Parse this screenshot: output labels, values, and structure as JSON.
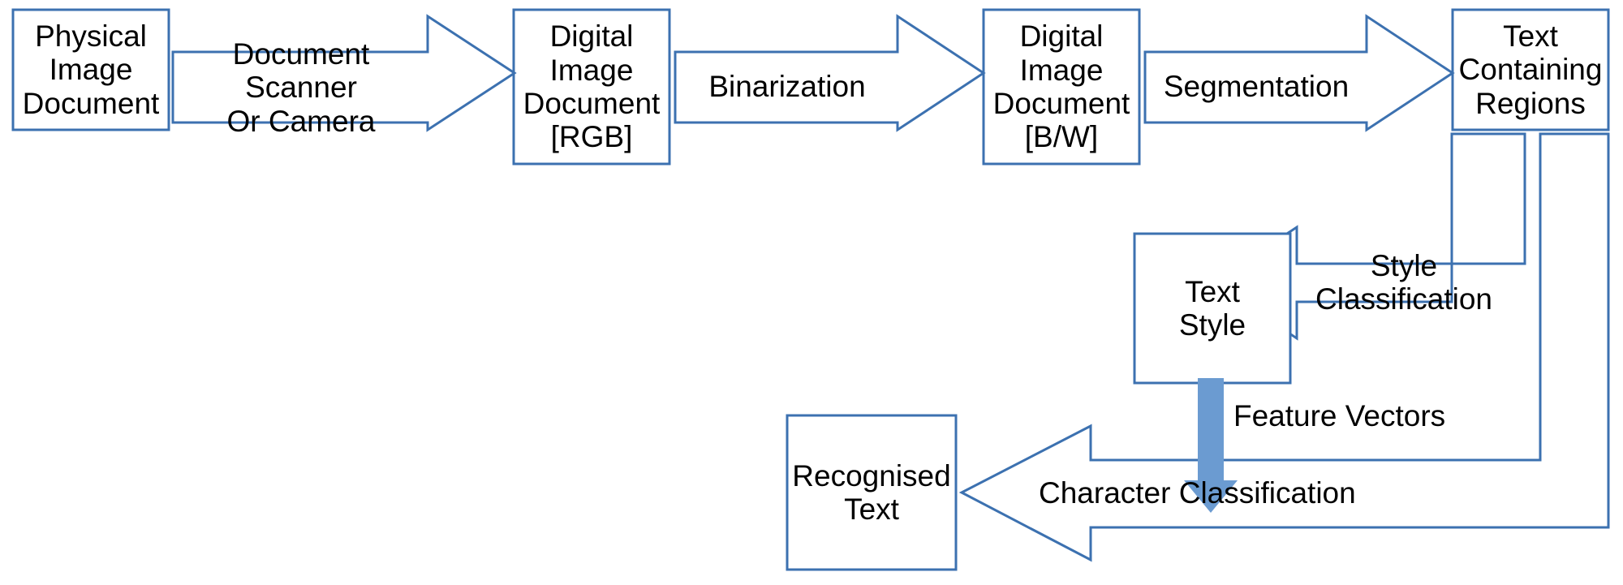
{
  "diagram": {
    "title": "OCR Pipeline Flowchart",
    "colors": {
      "outline": "#3C71B0",
      "fill_arrow": "#6B9BD1",
      "background": "#FFFFFF",
      "text": "#000000"
    },
    "nodes": [
      {
        "id": "physical-image-document",
        "label": "Physical\nImage\nDocument"
      },
      {
        "id": "digital-image-document-rgb",
        "label": "Digital\nImage\nDocument\n[RGB]"
      },
      {
        "id": "digital-image-document-bw",
        "label": "Digital\nImage\nDocument\n[B/W]"
      },
      {
        "id": "text-containing-regions",
        "label": "Text\nContaining\nRegions"
      },
      {
        "id": "text-style",
        "label": "Text\nStyle"
      },
      {
        "id": "recognised-text",
        "label": "Recognised\nText"
      }
    ],
    "edges": [
      {
        "id": "document-scanner-or-camera",
        "label": "Document Scanner\nOr Camera",
        "from": "physical-image-document",
        "to": "digital-image-document-rgb",
        "direction": "right",
        "style": "outline"
      },
      {
        "id": "binarization",
        "label": "Binarization",
        "from": "digital-image-document-rgb",
        "to": "digital-image-document-bw",
        "direction": "right",
        "style": "outline"
      },
      {
        "id": "segmentation",
        "label": "Segmentation",
        "from": "digital-image-document-bw",
        "to": "text-containing-regions",
        "direction": "right",
        "style": "outline"
      },
      {
        "id": "style-classification",
        "label": "Style\nClassification",
        "from": "text-containing-regions",
        "to": "text-style",
        "direction": "left-elbow",
        "style": "outline"
      },
      {
        "id": "feature-vectors",
        "label": "Feature Vectors",
        "from": "text-style",
        "to": "character-classification",
        "direction": "down",
        "style": "filled"
      },
      {
        "id": "character-classification",
        "label": "Character Classification",
        "from": "text-containing-regions",
        "to": "recognised-text",
        "direction": "left-elbow",
        "style": "outline"
      }
    ]
  }
}
